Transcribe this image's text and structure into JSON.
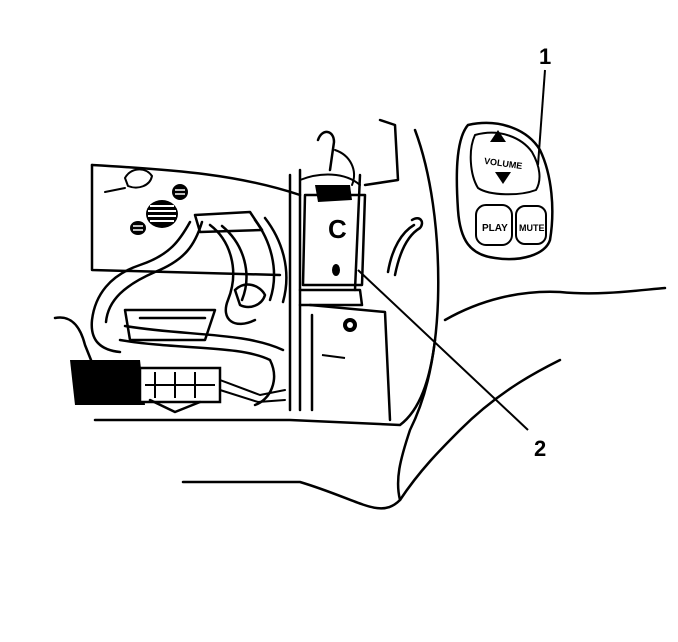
{
  "diagram": {
    "callouts": [
      {
        "label": "1"
      },
      {
        "label": "2"
      }
    ],
    "switch_buttons": {
      "volume": "VOLUME",
      "play": "PLAY",
      "mute": "MUTE"
    },
    "module_letter": "C"
  }
}
